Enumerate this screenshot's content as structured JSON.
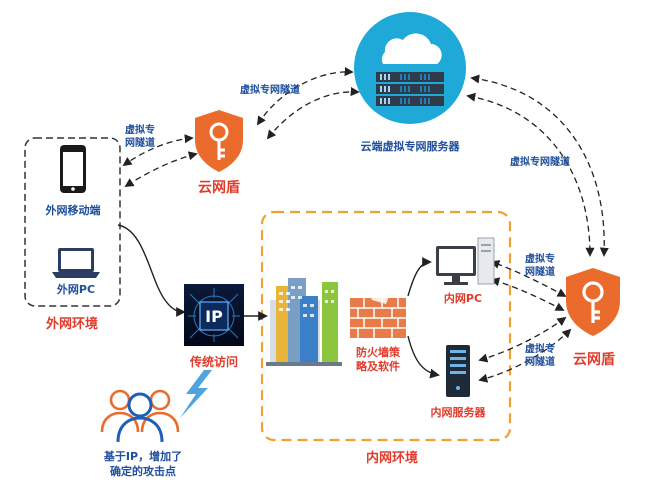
{
  "diagram": {
    "cloud_server": "云端虚拟专网服务器",
    "shield_left": "云网盾",
    "shield_right": "云网盾",
    "mobile": "外网移动端",
    "pc_external": "外网PC",
    "external_env": "外网环境",
    "traditional_access": "传统访问",
    "firewall_line1": "防火墙策",
    "firewall_line2": "略及软件",
    "internal_pc": "内网PC",
    "internal_server": "内网服务器",
    "internal_env": "内网环境",
    "attack_line1": "基于IP，增加了",
    "attack_line2": "确定的攻击点",
    "ip_chip": "IP",
    "tunnel_top": "虚拟专网隧道",
    "tunnel_left_line1": "虚拟专",
    "tunnel_left_line2": "网隧道",
    "tunnel_right_top": "虚拟专网隧道",
    "tunnel_pc_line1": "虚拟专",
    "tunnel_pc_line2": "网隧道",
    "tunnel_srv_line1": "虚拟专",
    "tunnel_srv_line2": "网隧道"
  },
  "colors": {
    "shield": "#ea6b2c",
    "cloud_circle": "#1ea9d9",
    "blue_text": "#1f4e9c",
    "red_text": "#e03b2b",
    "dashed_orange": "#f0a030"
  }
}
